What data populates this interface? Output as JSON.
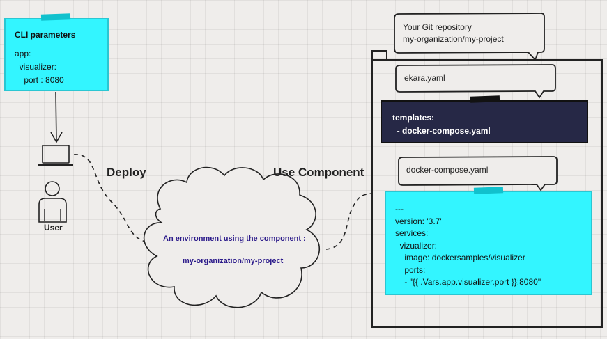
{
  "cli_note": {
    "title": "CLI parameters",
    "line1": "app:",
    "line2": "  visualizer:",
    "line3": "    port : 8080"
  },
  "user": {
    "label": "User"
  },
  "edges": {
    "deploy": "Deploy",
    "use_component": "Use Component"
  },
  "cloud": {
    "line1": "An environment using the component :",
    "line2": "my-organization/my-project"
  },
  "repo_bubble": {
    "line1": "Your Git repository",
    "line2": "my-organization/my-project"
  },
  "ekara_bubble": {
    "label": "ekara.yaml"
  },
  "templates_note": {
    "line1": "templates:",
    "line2": "  - docker-compose.yaml"
  },
  "compose_bubble": {
    "label": "docker-compose.yaml"
  },
  "compose_note": {
    "lines": [
      "---",
      "version: '3.7'",
      "services:",
      "  vizualizer:",
      "    image: dockersamples/visualizer",
      "    ports:",
      "    - \"{{ .Vars.app.visualizer.port }}:8080\""
    ]
  },
  "colors": {
    "cyan": "#33f5ff",
    "navy": "#262846",
    "cloud_text": "#2b1a8a"
  }
}
